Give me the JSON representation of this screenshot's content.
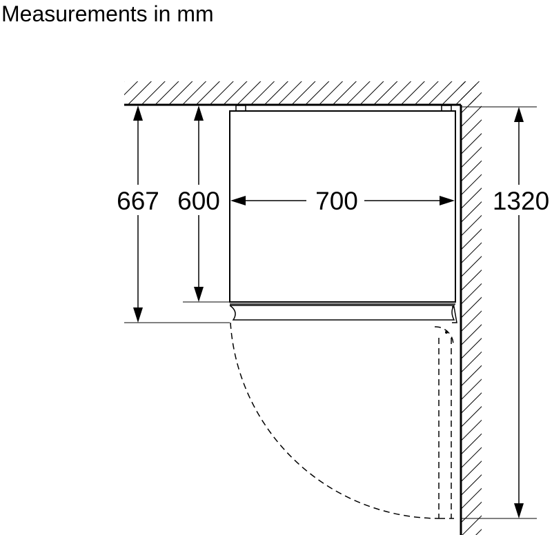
{
  "title": "Measurements in mm",
  "dimensions": {
    "depth_total": "667",
    "depth_body": "600",
    "width": "700",
    "door_clearance": "1320"
  }
}
